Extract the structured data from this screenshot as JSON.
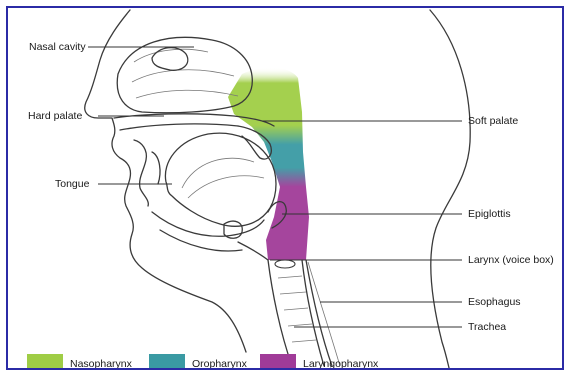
{
  "labels": {
    "nasal_cavity": "Nasal cavity",
    "hard_palate": "Hard palate",
    "tongue": "Tongue",
    "soft_palate": "Soft palate",
    "epiglottis": "Epiglottis",
    "larynx": "Larynx (voice box)",
    "esophagus": "Esophagus",
    "trachea": "Trachea"
  },
  "legend": [
    {
      "label": "Nasopharynx",
      "color": "#9fcd45"
    },
    {
      "label": "Oropharynx",
      "color": "#3a9aa3"
    },
    {
      "label": "Laryngopharynx",
      "color": "#a03b98"
    }
  ],
  "colors": {
    "border": "#2b2ba6",
    "nasopharynx": "#9fcd45",
    "oropharynx": "#3a9aa3",
    "laryngopharynx": "#a03b98"
  }
}
